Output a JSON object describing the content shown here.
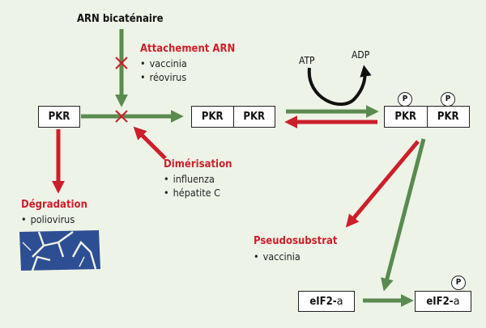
{
  "nodes": {
    "dsrna": "ARN bicaténaire",
    "pkr": "PKR",
    "dimer": [
      "PKR",
      "PKR"
    ],
    "phospho_dimer": [
      "PKR",
      "PKR"
    ],
    "phospho_mark": "P",
    "eif2": "eIF2-",
    "eif2_alpha": "a",
    "eif2p": "eIF2-",
    "eif2p_alpha": "a"
  },
  "cofactors": {
    "atp": "ATP",
    "adp": "ADP"
  },
  "groups": {
    "attachement": {
      "title": "Attachement ARN",
      "items": [
        "vaccinia",
        "réovirus"
      ]
    },
    "dimerisation": {
      "title": "Dimérisation",
      "items": [
        "influenza",
        "hépatite C"
      ]
    },
    "degradation": {
      "title": "Dégradation",
      "items": [
        "poliovirus"
      ]
    },
    "pseudosubstrat": {
      "title": "Pseudosubstrat",
      "items": [
        "vaccinia"
      ]
    }
  },
  "colors": {
    "green": "#5a8a4f",
    "red": "#cc1f2b",
    "black": "#111111",
    "background": "#eef3e8",
    "degradation_fill": "#2e4e93"
  },
  "icons": {
    "inhibition_mark": "red-cross",
    "degradation_graphic": "broken-protein-fragments"
  }
}
